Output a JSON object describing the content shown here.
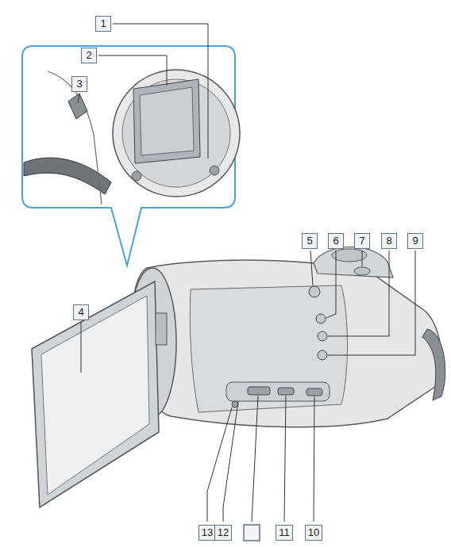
{
  "diagram": {
    "labels": [
      "1",
      "2",
      "3",
      "4",
      "5",
      "6",
      "7",
      "8",
      "9",
      "13",
      "12",
      "11",
      "10"
    ]
  }
}
